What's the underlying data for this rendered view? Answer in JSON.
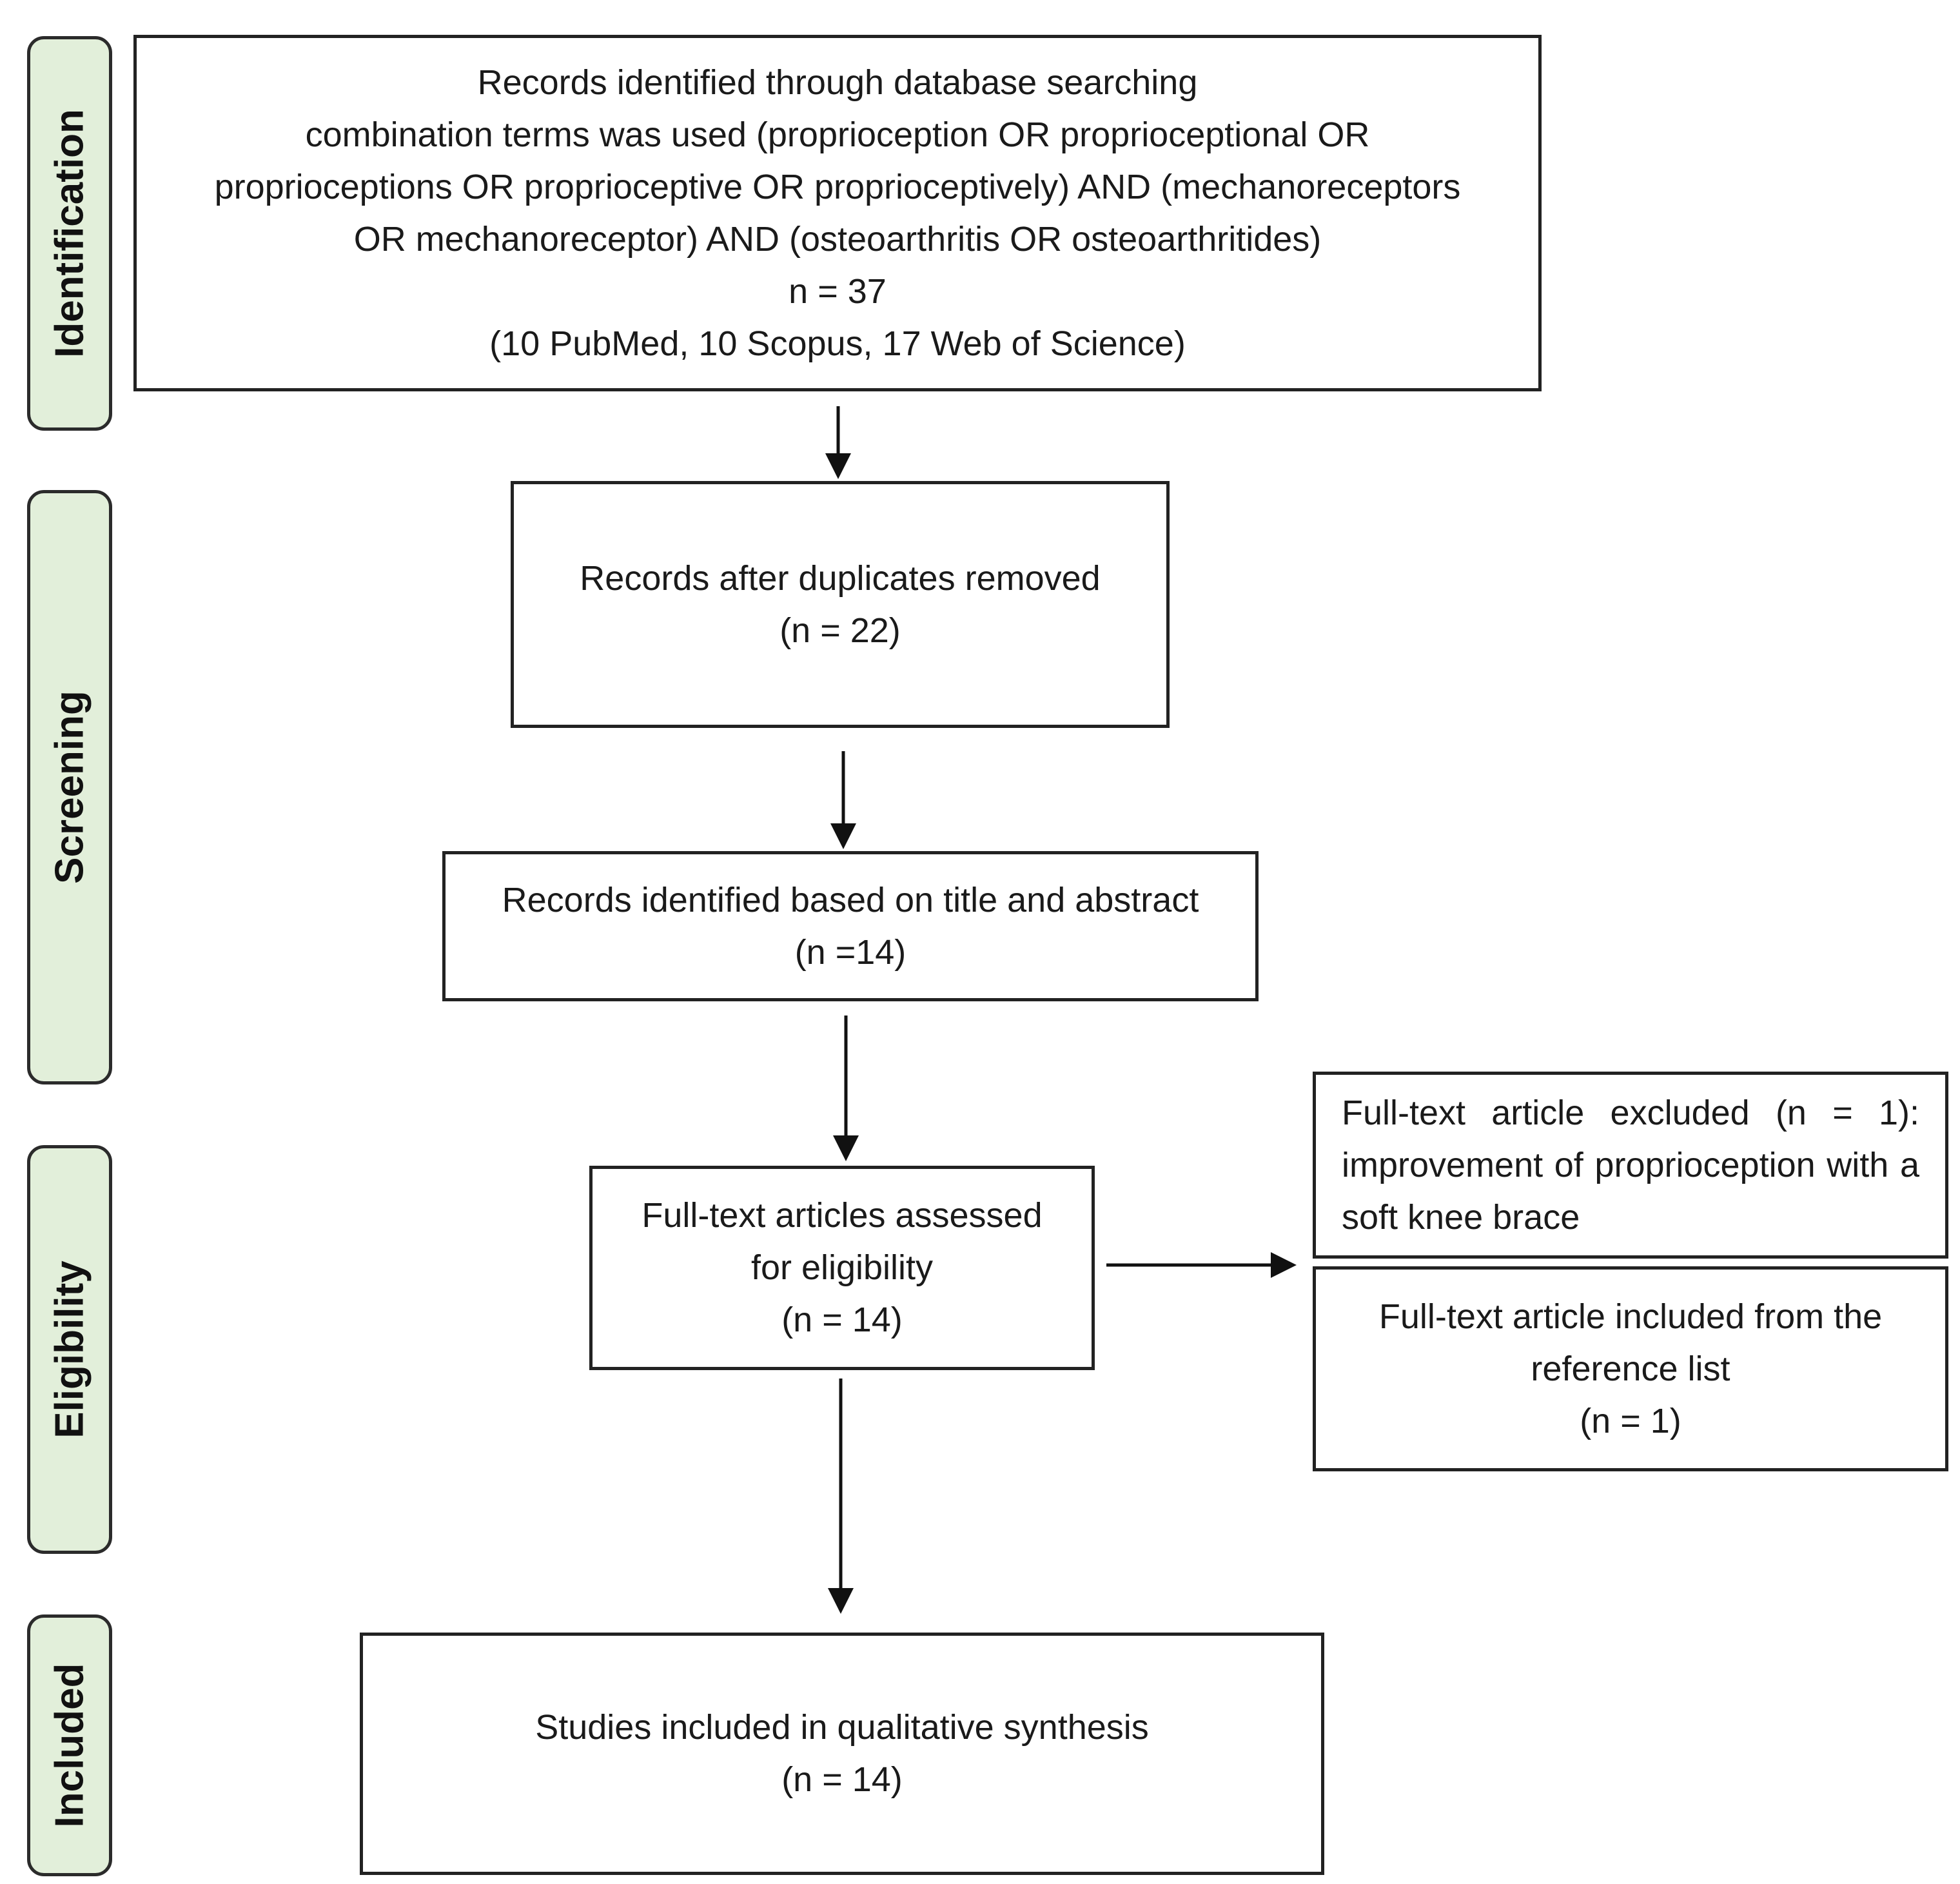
{
  "phases": {
    "identification": "Identification",
    "screening": "Screening",
    "eligibility": "Eligibility",
    "included": "Included"
  },
  "boxes": {
    "identified": {
      "lines": [
        "Records identified through database searching",
        "combination terms was used (proprioception OR proprioceptional OR",
        "proprioceptions OR proprioceptive OR proprioceptively) AND (mechanoreceptors",
        "OR mechanoreceptor) AND (osteoarthritis OR osteoarthritides)",
        "n = 37",
        "(10 PubMed, 10 Scopus, 17 Web of Science)"
      ]
    },
    "duplicates_removed": {
      "lines": [
        "Records after duplicates removed",
        "(n = 22)"
      ]
    },
    "title_abstract": {
      "lines": [
        "Records identified based on title and abstract",
        "(n =14)"
      ]
    },
    "full_text_assessed": {
      "lines": [
        "Full-text articles assessed",
        "for eligibility",
        "(n = 14)"
      ]
    },
    "excluded": {
      "text": "Full-text article excluded (n = 1): improvement of proprioception with a soft knee brace"
    },
    "reference_included": {
      "lines": [
        "Full-text article included from the",
        "reference list",
        "(n = 1)"
      ]
    },
    "qualitative": {
      "lines": [
        "Studies included in qualitative synthesis",
        "(n = 14)"
      ]
    }
  }
}
